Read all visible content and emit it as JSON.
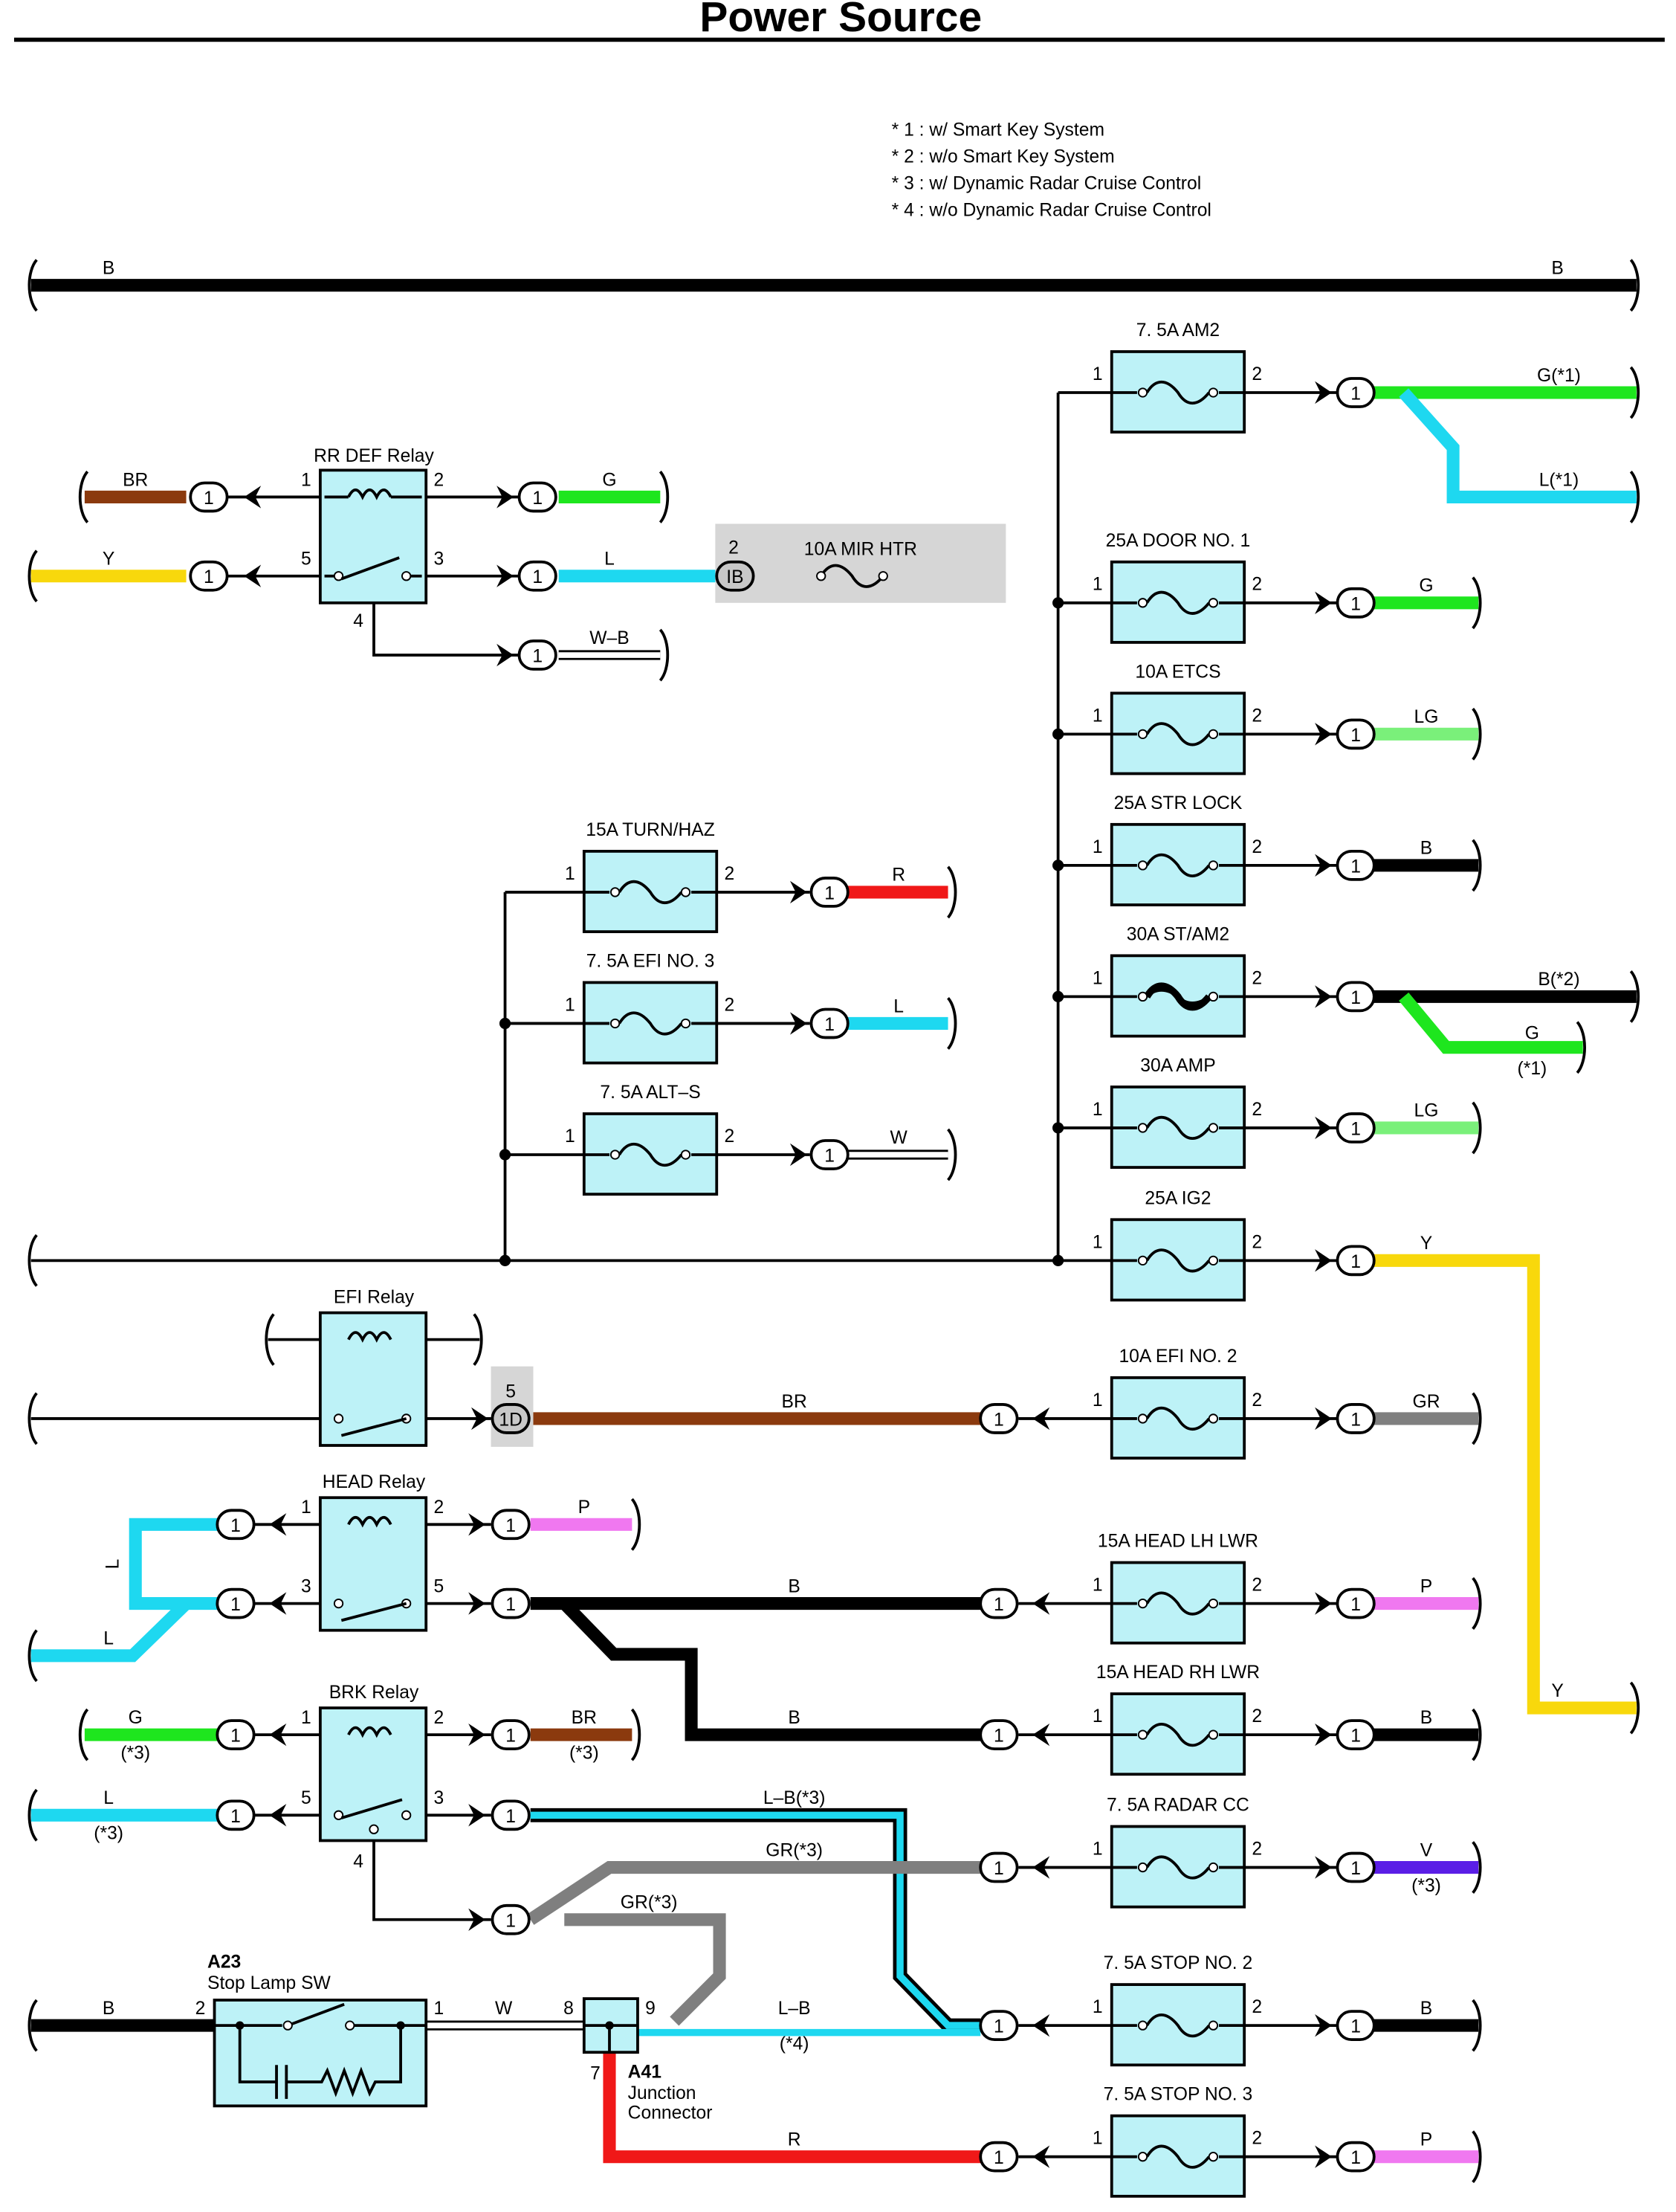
{
  "title": "Power Source",
  "notes": [
    "* 1 : w/ Smart Key System",
    "* 2 : w/o Smart Key System",
    "* 3 : w/ Dynamic Radar Cruise Control",
    "* 4 : w/o Dynamic Radar Cruise Control"
  ],
  "colors": {
    "BR": "#8B3A0E",
    "Y": "#F8D80C",
    "G": "#1EE61E",
    "L": "#1ED8F0",
    "LG": "#7AF07A",
    "GR": "#7F7F7F",
    "P": "#F078F0",
    "R": "#F01818",
    "V": "#5A1EE6",
    "B": "#000000",
    "box": "#BDF2F7",
    "shade": "#D6D6D6"
  },
  "bus_label": "B",
  "relays": {
    "rr_def": {
      "name": "RR DEF Relay"
    },
    "efi": {
      "name": "EFI Relay"
    },
    "head": {
      "name": "HEAD Relay"
    },
    "brk": {
      "name": "BRK Relay"
    }
  },
  "fuses": {
    "am2": "7. 5A AM2",
    "door1": "25A DOOR NO. 1",
    "etcs": "10A ETCS",
    "strlock": "25A STR LOCK",
    "st_am2": "30A ST/AM2",
    "amp": "30A AMP",
    "ig2": "25A IG2",
    "efi2": "10A EFI NO. 2",
    "head_lh": "15A HEAD LH LWR",
    "head_rh": "15A HEAD RH LWR",
    "radar": "7. 5A RADAR CC",
    "stop2": "7. 5A STOP NO. 2",
    "stop3": "7. 5A STOP NO. 3",
    "turn": "15A TURN/HAZ",
    "efi3": "7. 5A EFI NO. 3",
    "alts": "7. 5A ALT–S",
    "mir": "10A MIR HTR"
  },
  "components": {
    "a23_code": "A23",
    "a23_name": "Stop Lamp SW",
    "a41_code": "A41",
    "a41_name_1": "Junction",
    "a41_name_2": "Connector"
  },
  "connectors": {
    "main": "1",
    "ib": "IB",
    "d1": "1D"
  },
  "pins": {
    "p1": "1",
    "p2": "2",
    "p3": "3",
    "p4": "4",
    "p5": "5",
    "p7": "7",
    "p8": "8",
    "p9": "9"
  },
  "wires": {
    "br": "BR",
    "y": "Y",
    "g": "G",
    "l": "L",
    "wb": "W–B",
    "g1": "G(*1)",
    "l1": "L(*1)",
    "lg": "LG",
    "b": "B",
    "b2": "B(*2)",
    "star1": "(*1)",
    "gr": "GR",
    "p": "P",
    "r": "R",
    "w": "W",
    "star3": "(*3)",
    "lb3": "L–B(*3)",
    "gr3": "GR(*3)",
    "v": "V",
    "lb": "L–B",
    "star4": "(*4)"
  }
}
